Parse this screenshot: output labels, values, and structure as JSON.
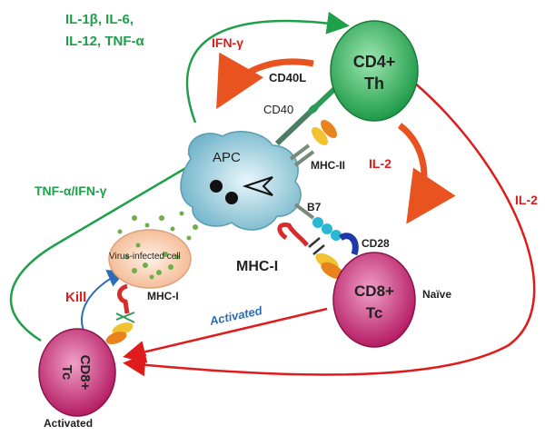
{
  "cytokines": {
    "line1": "IL-1β, IL-6,",
    "line2": "IL-12, TNF-α"
  },
  "ifn_gamma": "IFN-γ",
  "tnf_ifn": "TNF-α/IFN-γ",
  "cd40l": "CD40L",
  "cd40": "CD40",
  "apc": "APC",
  "mhc_ii": "MHC-II",
  "il2_inner": "IL-2",
  "il2_outer": "IL-2",
  "b7": "B7",
  "cd28": "CD28",
  "mhc_i_center": "MHC-I",
  "mhc_i_left": "MHC-I",
  "virus_cell": "Virus-infected cell",
  "kill": "Kill",
  "activated_arrow": "Activated",
  "cd4_line1": "CD4+",
  "cd4_line2": "Th",
  "cd8_naive_line1": "CD8+",
  "cd8_naive_line2": "Tc",
  "naive": "Naïve",
  "cd8_act_line1": "CD8+",
  "cd8_act_line2": "Tc",
  "activated_label": "Activated",
  "colors": {
    "green": "#1ea04b",
    "red": "#e01b1b",
    "blue": "#2a6db5",
    "cd4_cell": "#2fae5b",
    "cd8_cell": "#c8246e",
    "apc_cell": "#8fc6d6",
    "virus_cell": "#f5c8a8"
  }
}
